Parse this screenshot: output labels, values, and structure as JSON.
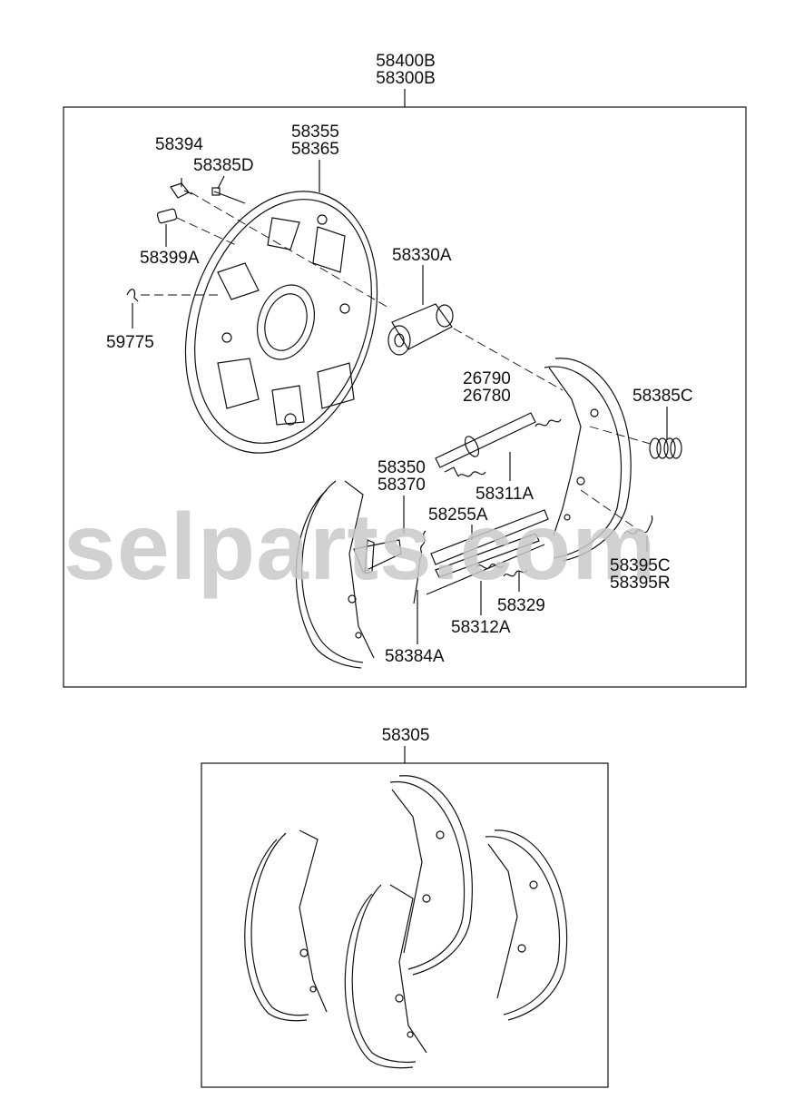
{
  "watermark": "selparts.com",
  "upper_group": {
    "assembly_numbers": [
      "58400B",
      "58300B"
    ],
    "labels": {
      "p58394": "58394",
      "p58385D": "58385D",
      "p58355": "58355",
      "p58365": "58365",
      "p58399A": "58399A",
      "p58330A": "58330A",
      "p59775": "59775",
      "p26790": "26790",
      "p26780": "26780",
      "p58385C": "58385C",
      "p58350": "58350",
      "p58370": "58370",
      "p58311A": "58311A",
      "p58255A": "58255A",
      "p58395C": "58395C",
      "p58395R": "58395R",
      "p58329": "58329",
      "p58312A": "58312A",
      "p58384A": "58384A"
    }
  },
  "lower_group": {
    "assembly_number": "58305"
  }
}
